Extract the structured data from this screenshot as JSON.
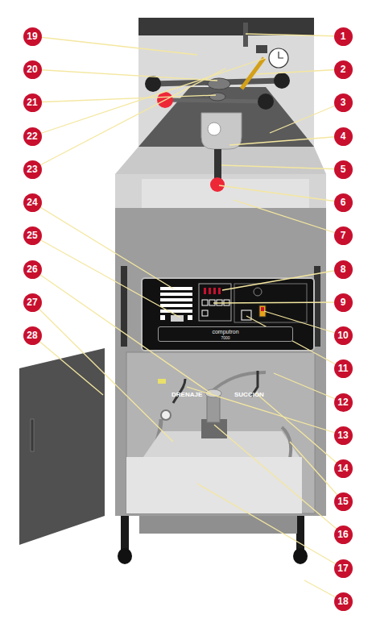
{
  "diagram": {
    "nodes": [
      {
        "text": [
          "1"
        ]
      },
      {
        "text": [
          "2"
        ]
      },
      {
        "text": [
          "3"
        ]
      },
      {
        "text": [
          "4"
        ]
      },
      {
        "text": [
          "5"
        ]
      },
      {
        "text": [
          "6"
        ]
      },
      {
        "text": [
          "7"
        ]
      },
      {
        "text": [
          "8"
        ]
      },
      {
        "text": [
          "9"
        ]
      },
      {
        "text": [
          "10"
        ]
      },
      {
        "text": [
          "11"
        ]
      },
      {
        "text": [
          "12"
        ]
      },
      {
        "text": [
          "13"
        ]
      },
      {
        "text": [
          "14"
        ]
      },
      {
        "text": [
          "15"
        ]
      },
      {
        "text": [
          "16"
        ]
      },
      {
        "text": [
          "17"
        ]
      },
      {
        "text": [
          "18"
        ]
      },
      {
        "text": [
          "19"
        ]
      },
      {
        "text": [
          "20"
        ]
      },
      {
        "text": [
          "21"
        ]
      },
      {
        "text": [
          "22"
        ]
      },
      {
        "text": [
          "23"
        ]
      },
      {
        "text": [
          "24"
        ]
      },
      {
        "text": [
          "25"
        ]
      },
      {
        "text": [
          "26"
        ]
      },
      {
        "text": [
          "27"
        ]
      },
      {
        "text": [
          "28"
        ]
      },
      {
        "text": [
          "computron",
          "7000"
        ]
      }
    ],
    "labels": [
      "DRENAJE",
      "SUCCIÓN"
    ]
  }
}
